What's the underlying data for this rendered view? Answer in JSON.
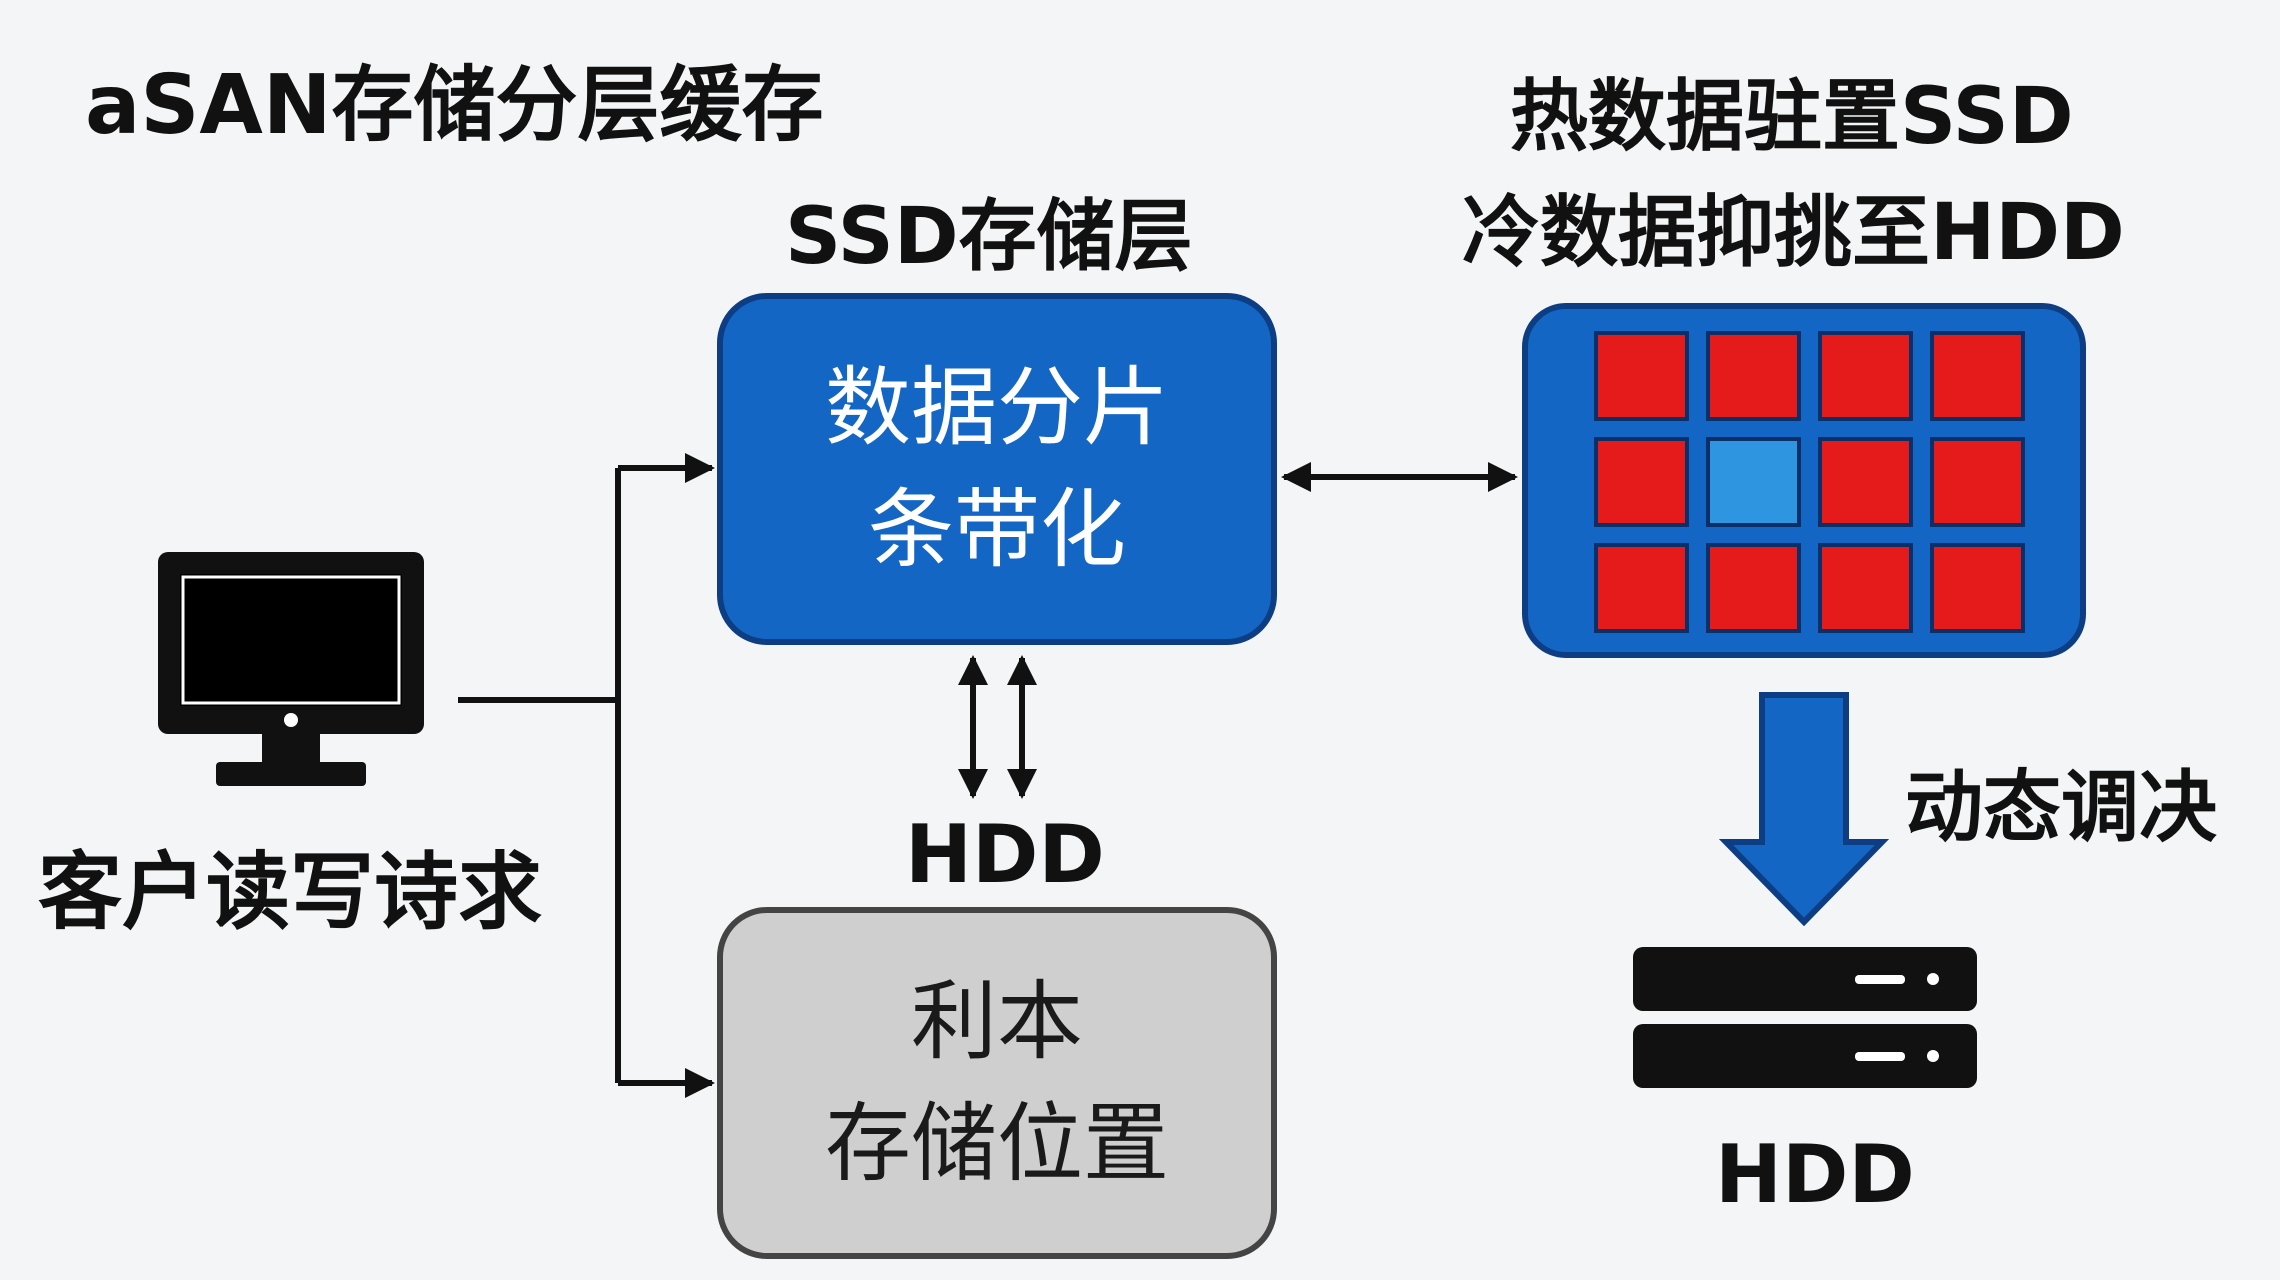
{
  "title": "aSAN存储分层缓存",
  "ssd_layer": {
    "label": "SSD存储层",
    "line1": "数据分片",
    "line2": "条带化"
  },
  "hot_cold": {
    "hot_label": "热数据驻置SSD",
    "cold_label": "冷数据抑挑至HDD"
  },
  "client": {
    "label": "客户读写诗求",
    "icon": "monitor-icon"
  },
  "hdd_middle": {
    "label": "HDD"
  },
  "local_box": {
    "line1": "利本",
    "line2": "存储位置"
  },
  "dynamic": {
    "label": "动态调决"
  },
  "hdd_right": {
    "label": "HDD",
    "icon": "server-icon"
  },
  "colors": {
    "ssd_blue": "#1466c4",
    "border_dark_blue": "#0d3d82",
    "hot_red": "#e51b1b",
    "cold_blue": "#2e95e0",
    "local_gray": "#cfcfcf"
  }
}
